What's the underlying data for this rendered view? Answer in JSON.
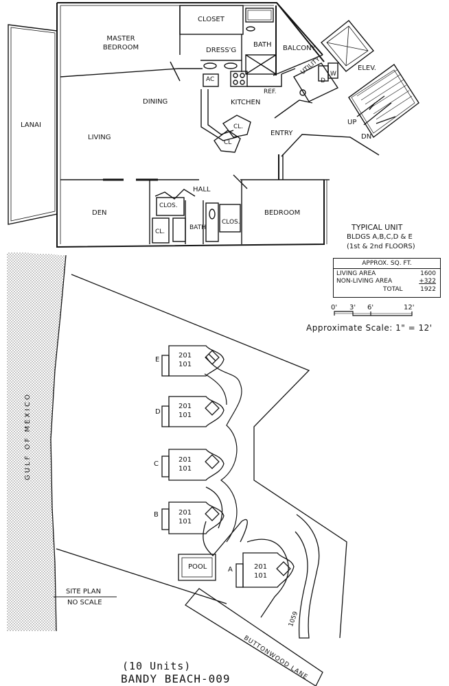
{
  "floor_plan": {
    "rooms": {
      "closet": "CLOSET",
      "master_bedroom_1": "MASTER",
      "master_bedroom_2": "BEDROOM",
      "dressing": "DRESS'G",
      "bath_top": "BATH",
      "balcony": "BALCONY",
      "elev": "ELEV.",
      "utility": "UTILITY",
      "dryer": "D",
      "washer": "W",
      "ac": "AC",
      "ref": "REF.",
      "dining": "DINING",
      "kitchen": "KITCHEN",
      "lanai": "LANAI",
      "living": "LIVING",
      "cl_a": "CL.",
      "cl_b": "CL",
      "entry": "ENTRY",
      "up": "UP",
      "dn": "DN",
      "hall": "HALL",
      "den": "DEN",
      "clos_left": "CLOS.",
      "cl_left": "CL.",
      "bath_bottom": "BATH",
      "clos_right": "CLOS.",
      "bedroom": "BEDROOM"
    },
    "typical_unit": {
      "title": "TYPICAL UNIT",
      "bldgs": "BLDGS A,B,C,D & E",
      "floors": "(1st & 2nd FLOORS)"
    },
    "sq_ft": {
      "header": "APPROX. SQ. FT.",
      "rows": [
        {
          "label": "LIVING AREA",
          "value": "1600"
        },
        {
          "label": "NON-LIVING AREA",
          "value": "+322"
        },
        {
          "label": "TOTAL",
          "value": "1922"
        }
      ]
    },
    "scale": {
      "ticks": [
        "0'",
        "3'",
        "6'",
        "12'"
      ],
      "text": "Approximate Scale: 1\" = 12'"
    }
  },
  "site_plan": {
    "gulf": "GULF OF MEXICO",
    "buildings": [
      {
        "letter": "E",
        "upper": "201",
        "lower": "101"
      },
      {
        "letter": "D",
        "upper": "201",
        "lower": "101"
      },
      {
        "letter": "C",
        "upper": "201",
        "lower": "101"
      },
      {
        "letter": "B",
        "upper": "201",
        "lower": "101"
      },
      {
        "letter": "A",
        "upper": "201",
        "lower": "101"
      }
    ],
    "pool": "POOL",
    "road": "BUTTONWOOD LANE",
    "road_number": "1059",
    "title": "SITE PLAN",
    "subtitle": "NO SCALE"
  },
  "footer": {
    "units": "(10 Units)",
    "name": "BANDY BEACH-009"
  }
}
